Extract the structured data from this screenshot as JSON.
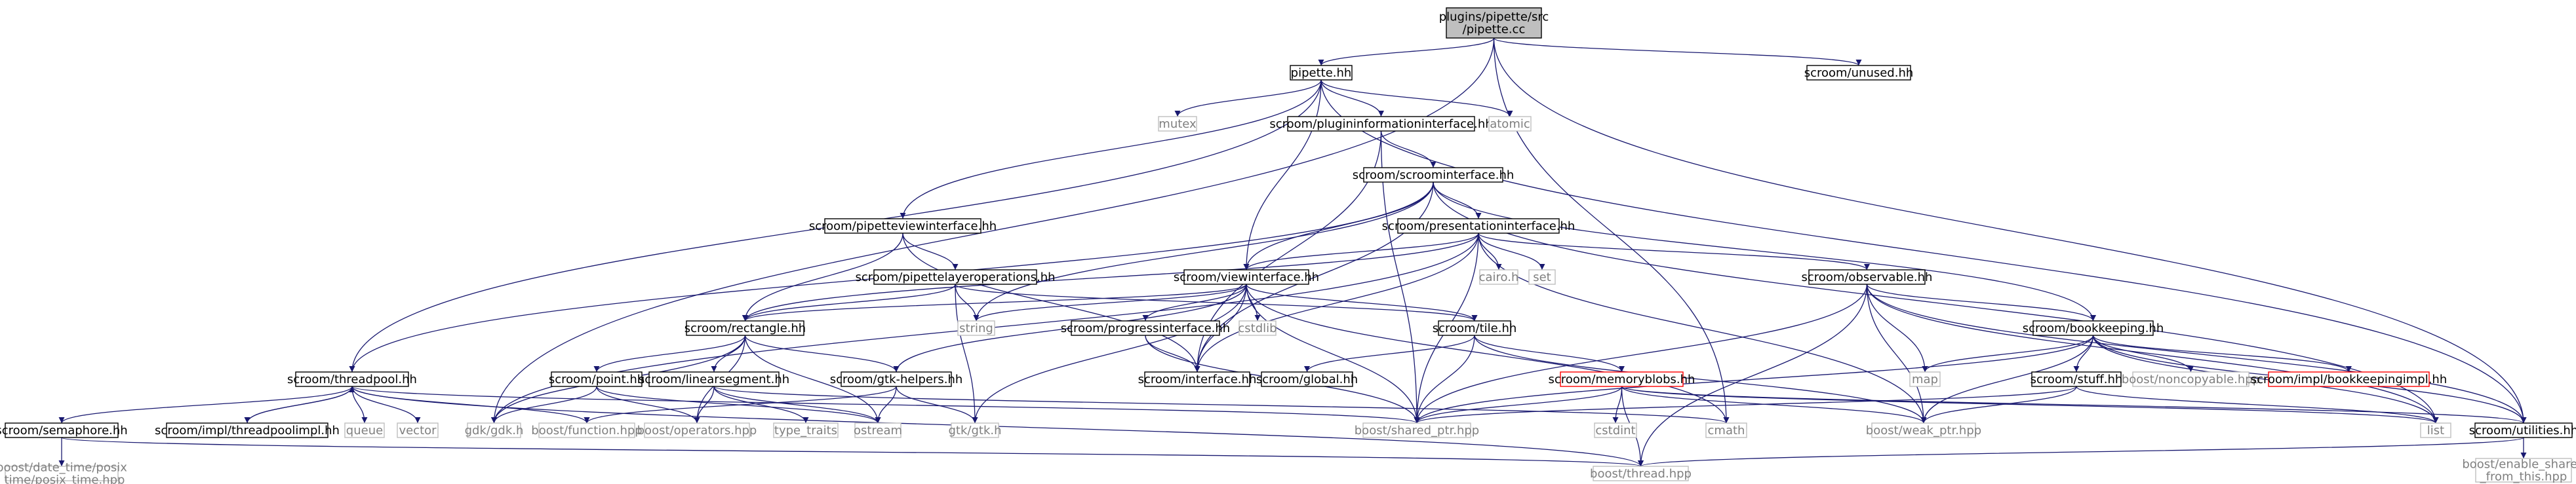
{
  "colors": {
    "edge": "#191970",
    "node_border": "#000000",
    "node_fill": "#ffffff",
    "root_fill": "#bfbfbf",
    "external_border": "#bfbfbf",
    "external_text": "#7f7f7f",
    "missing_border": "#ff0000",
    "text": "#000000"
  },
  "nodes": {
    "root": {
      "lines": [
        "plugins/pipette/src",
        "/pipette.cc"
      ]
    },
    "pipette_hh": {
      "lines": [
        "pipette.hh"
      ]
    },
    "unused_hh": {
      "lines": [
        "scroom/unused.hh"
      ]
    },
    "mutex": {
      "lines": [
        "mutex"
      ]
    },
    "plugininfo": {
      "lines": [
        "scroom/plugininformationinterface.hh"
      ]
    },
    "atomic": {
      "lines": [
        "atomic"
      ]
    },
    "scroominterface": {
      "lines": [
        "scroom/scroominterface.hh"
      ]
    },
    "pipetteview": {
      "lines": [
        "scroom/pipetteviewinterface.hh"
      ]
    },
    "presentation": {
      "lines": [
        "scroom/presentationinterface.hh"
      ]
    },
    "pipettelayer": {
      "lines": [
        "scroom/pipettelayeroperations.hh"
      ]
    },
    "viewinterface": {
      "lines": [
        "scroom/viewinterface.hh"
      ]
    },
    "cairo": {
      "lines": [
        "cairo.h"
      ]
    },
    "set": {
      "lines": [
        "set"
      ]
    },
    "observable": {
      "lines": [
        "scroom/observable.hh"
      ]
    },
    "rectangle": {
      "lines": [
        "scroom/rectangle.hh"
      ]
    },
    "string": {
      "lines": [
        "string"
      ]
    },
    "progress": {
      "lines": [
        "scroom/progressinterface.hh"
      ]
    },
    "cstdlib": {
      "lines": [
        "cstdlib"
      ]
    },
    "tile": {
      "lines": [
        "scroom/tile.hh"
      ]
    },
    "bookkeeping": {
      "lines": [
        "scroom/bookkeeping.hh"
      ]
    },
    "threadpool": {
      "lines": [
        "scroom/threadpool.hh"
      ]
    },
    "point": {
      "lines": [
        "scroom/point.hh"
      ]
    },
    "linesegment": {
      "lines": [
        "scroom/linearsegment.hh"
      ]
    },
    "gtkhelpers": {
      "lines": [
        "scroom/gtk-helpers.hh"
      ]
    },
    "interface": {
      "lines": [
        "scroom/interface.hh"
      ]
    },
    "global": {
      "lines": [
        "scroom/global.hh"
      ]
    },
    "memoryblobs": {
      "lines": [
        "scroom/memoryblobs.hh"
      ]
    },
    "map": {
      "lines": [
        "map"
      ]
    },
    "noncopyable": {
      "lines": [
        "boost/noncopyable.hpp"
      ]
    },
    "bookkeepingimpl": {
      "lines": [
        "scroom/impl/bookkeepingimpl.hh"
      ]
    },
    "stuff": {
      "lines": [
        "scroom/stuff.hh"
      ]
    },
    "semaphore": {
      "lines": [
        "scroom/semaphore.hh"
      ]
    },
    "threadpoolimpl": {
      "lines": [
        "scroom/impl/threadpoolimpl.hh"
      ]
    },
    "queue": {
      "lines": [
        "queue"
      ]
    },
    "vector": {
      "lines": [
        "vector"
      ]
    },
    "gdk": {
      "lines": [
        "gdk/gdk.h"
      ]
    },
    "boostfunction": {
      "lines": [
        "boost/function.hpp"
      ]
    },
    "operators": {
      "lines": [
        "boost/operators.hpp"
      ]
    },
    "typetraits": {
      "lines": [
        "type_traits"
      ]
    },
    "ostream": {
      "lines": [
        "ostream"
      ]
    },
    "gtk": {
      "lines": [
        "gtk/gtk.h"
      ]
    },
    "sharedptr": {
      "lines": [
        "boost/shared_ptr.hpp"
      ]
    },
    "cstdint": {
      "lines": [
        "cstdint"
      ]
    },
    "cmath": {
      "lines": [
        "cmath"
      ]
    },
    "weakptr": {
      "lines": [
        "boost/weak_ptr.hpp"
      ]
    },
    "list": {
      "lines": [
        "list"
      ]
    },
    "utilities": {
      "lines": [
        "scroom/utilities.hh"
      ]
    },
    "posixtime": {
      "lines": [
        "boost/date_time/posix",
        "_time/posix_time.hpp"
      ]
    },
    "thread": {
      "lines": [
        "boost/thread.hpp"
      ]
    },
    "enableshared": {
      "lines": [
        "boost/enable_shared",
        "_from_this.hpp"
      ]
    }
  },
  "edges": [
    [
      "root",
      "pipette_hh"
    ],
    [
      "root",
      "unused_hh"
    ],
    [
      "root",
      "gdk"
    ],
    [
      "root",
      "cmath"
    ],
    [
      "root",
      "utilities"
    ],
    [
      "pipette_hh",
      "mutex"
    ],
    [
      "pipette_hh",
      "plugininfo"
    ],
    [
      "pipette_hh",
      "atomic"
    ],
    [
      "pipette_hh",
      "threadpool"
    ],
    [
      "pipette_hh",
      "pipetteview"
    ],
    [
      "pipette_hh",
      "viewinterface"
    ],
    [
      "pipette_hh",
      "utilities"
    ],
    [
      "plugininfo",
      "scroominterface"
    ],
    [
      "plugininfo",
      "interface"
    ],
    [
      "plugininfo",
      "sharedptr"
    ],
    [
      "scroominterface",
      "presentation"
    ],
    [
      "scroominterface",
      "viewinterface"
    ],
    [
      "scroominterface",
      "string"
    ],
    [
      "scroominterface",
      "interface"
    ],
    [
      "scroominterface",
      "bookkeeping"
    ],
    [
      "scroominterface",
      "list"
    ],
    [
      "scroominterface",
      "threadpool"
    ],
    [
      "pipetteview",
      "pipettelayer"
    ],
    [
      "pipetteview",
      "rectangle"
    ],
    [
      "pipetteview",
      "interface"
    ],
    [
      "presentation",
      "viewinterface"
    ],
    [
      "presentation",
      "cairo"
    ],
    [
      "presentation",
      "set"
    ],
    [
      "presentation",
      "observable"
    ],
    [
      "presentation",
      "rectangle"
    ],
    [
      "presentation",
      "interface"
    ],
    [
      "presentation",
      "sharedptr"
    ],
    [
      "presentation",
      "weakptr"
    ],
    [
      "presentation",
      "gdk"
    ],
    [
      "pipettelayer",
      "rectangle"
    ],
    [
      "pipettelayer",
      "string"
    ],
    [
      "pipettelayer",
      "gtk"
    ],
    [
      "pipettelayer",
      "tile"
    ],
    [
      "viewinterface",
      "rectangle"
    ],
    [
      "viewinterface",
      "string"
    ],
    [
      "viewinterface",
      "progress"
    ],
    [
      "viewinterface",
      "cstdlib"
    ],
    [
      "viewinterface",
      "tile"
    ],
    [
      "viewinterface",
      "interface"
    ],
    [
      "viewinterface",
      "gtk"
    ],
    [
      "viewinterface",
      "gtkhelpers"
    ],
    [
      "viewinterface",
      "sharedptr"
    ],
    [
      "viewinterface",
      "cmath"
    ],
    [
      "observable",
      "bookkeeping"
    ],
    [
      "observable",
      "map"
    ],
    [
      "observable",
      "weakptr"
    ],
    [
      "observable",
      "sharedptr"
    ],
    [
      "observable",
      "list"
    ],
    [
      "observable",
      "thread"
    ],
    [
      "observable",
      "utilities"
    ],
    [
      "rectangle",
      "point"
    ],
    [
      "rectangle",
      "linesegment"
    ],
    [
      "rectangle",
      "gtkhelpers"
    ],
    [
      "rectangle",
      "operators"
    ],
    [
      "rectangle",
      "ostream"
    ],
    [
      "rectangle",
      "gdk"
    ],
    [
      "progress",
      "interface"
    ],
    [
      "progress",
      "sharedptr"
    ],
    [
      "tile",
      "global"
    ],
    [
      "tile",
      "memoryblobs"
    ],
    [
      "tile",
      "sharedptr"
    ],
    [
      "tile",
      "weakptr"
    ],
    [
      "bookkeeping",
      "map"
    ],
    [
      "bookkeeping",
      "noncopyable"
    ],
    [
      "bookkeeping",
      "bookkeepingimpl"
    ],
    [
      "bookkeeping",
      "stuff"
    ],
    [
      "bookkeeping",
      "weakptr"
    ],
    [
      "bookkeeping",
      "sharedptr"
    ],
    [
      "bookkeeping",
      "list"
    ],
    [
      "bookkeeping",
      "utilities"
    ],
    [
      "threadpool",
      "semaphore"
    ],
    [
      "threadpool",
      "threadpoolimpl"
    ],
    [
      "threadpool",
      "queue"
    ],
    [
      "threadpool",
      "vector"
    ],
    [
      "threadpool",
      "boostfunction"
    ],
    [
      "threadpool",
      "sharedptr"
    ],
    [
      "threadpool",
      "thread"
    ],
    [
      "threadpoolimpl",
      "threadpool"
    ],
    [
      "point",
      "gdk"
    ],
    [
      "point",
      "operators"
    ],
    [
      "point",
      "ostream"
    ],
    [
      "linesegment",
      "operators"
    ],
    [
      "linesegment",
      "typetraits"
    ],
    [
      "linesegment",
      "ostream"
    ],
    [
      "linesegment",
      "cmath"
    ],
    [
      "gtkhelpers",
      "gtk"
    ],
    [
      "gtkhelpers",
      "ostream"
    ],
    [
      "gtkhelpers",
      "boostfunction"
    ],
    [
      "memoryblobs",
      "cstdint"
    ],
    [
      "memoryblobs",
      "sharedptr"
    ],
    [
      "memoryblobs",
      "weakptr"
    ],
    [
      "memoryblobs",
      "thread"
    ],
    [
      "memoryblobs",
      "list"
    ],
    [
      "memoryblobs",
      "utilities"
    ],
    [
      "stuff",
      "sharedptr"
    ],
    [
      "stuff",
      "weakptr"
    ],
    [
      "stuff",
      "list"
    ],
    [
      "semaphore",
      "posixtime"
    ],
    [
      "semaphore",
      "thread"
    ],
    [
      "utilities",
      "thread"
    ],
    [
      "utilities",
      "enableshared"
    ]
  ]
}
